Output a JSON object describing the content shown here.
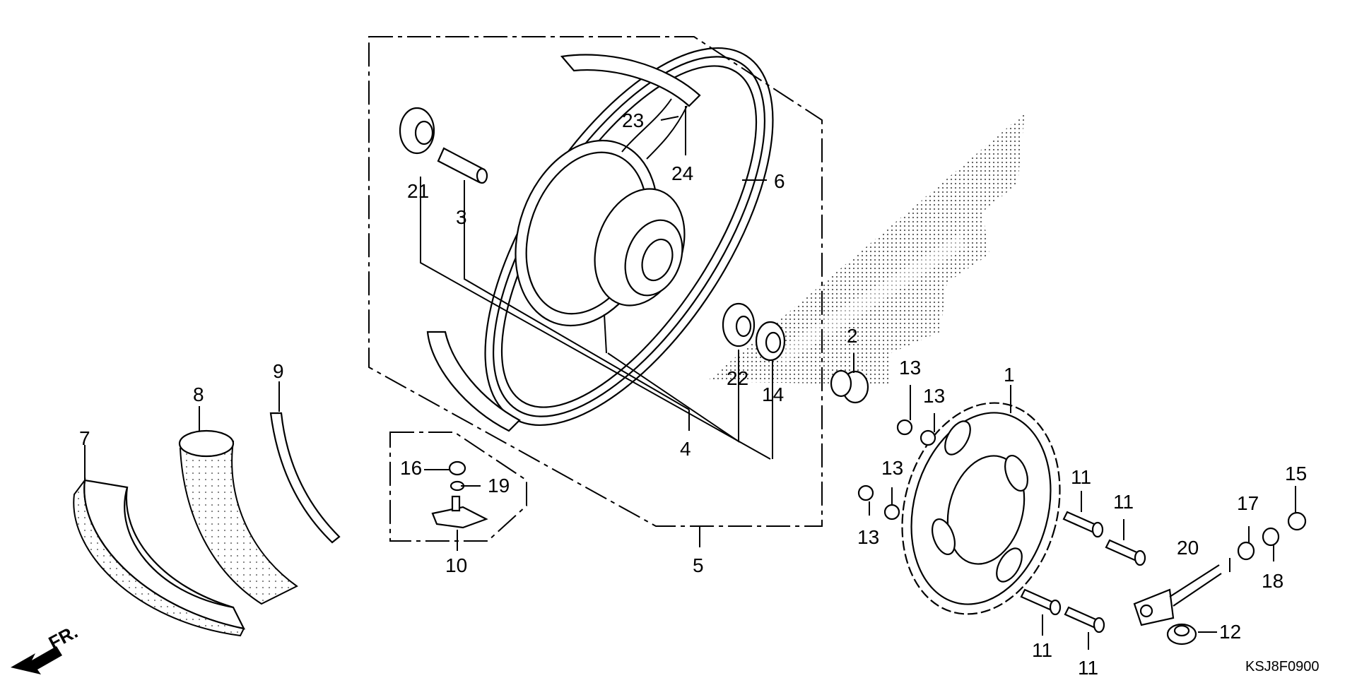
{
  "diagram": {
    "code": "KSJ8F0900",
    "direction_label": "FR.",
    "callouts": {
      "c1": "1",
      "c2": "2",
      "c3": "3",
      "c4": "4",
      "c5": "5",
      "c6": "6",
      "c7": "7",
      "c8": "8",
      "c9": "9",
      "c10": "10",
      "c11a": "11",
      "c11b": "11",
      "c11c": "11",
      "c11d": "11",
      "c12": "12",
      "c13a": "13",
      "c13b": "13",
      "c13c": "13",
      "c13d": "13",
      "c14": "14",
      "c15": "15",
      "c16": "16",
      "c17": "17",
      "c18": "18",
      "c19": "19",
      "c20": "20",
      "c21": "21",
      "c22": "22",
      "c23": "23",
      "c24": "24"
    }
  }
}
